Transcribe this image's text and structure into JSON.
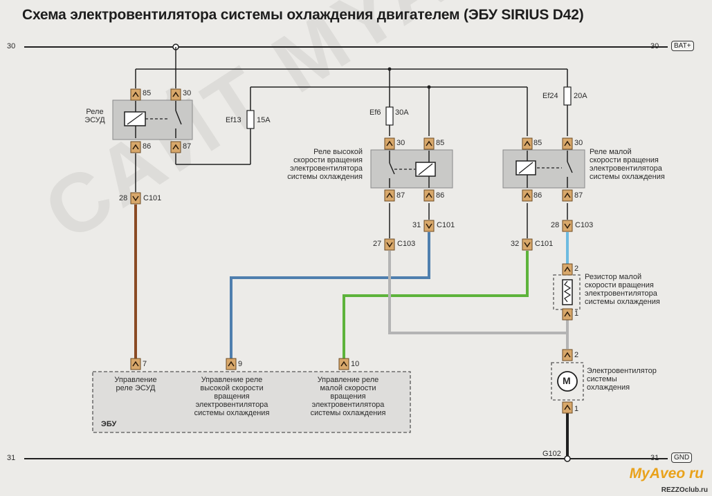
{
  "title": "Схема электровентилятора системы охлаждения двигателем (ЭБУ SIRIUS D42)",
  "rails": {
    "top_left": "30",
    "top_right": "30",
    "top_tag": "BAT+",
    "bottom_left": "31",
    "bottom_right": "31",
    "bottom_tag": "GND",
    "ground_label": "G102"
  },
  "relays": {
    "ecu_relay": {
      "label_line1": "Реле",
      "label_line2": "ЭСУД",
      "pins": [
        "85",
        "30",
        "86",
        "87"
      ]
    },
    "high_speed": {
      "label": [
        "Реле высокой",
        "скорости вращения",
        "электровентилятора",
        "системы охлаждения"
      ],
      "pins": [
        "30",
        "85",
        "87",
        "86"
      ]
    },
    "low_speed": {
      "label": [
        "Реле малой",
        "скорости вращения",
        "электровентилятора",
        "системы охлаждения"
      ],
      "pins": [
        "85",
        "30",
        "86",
        "87"
      ]
    }
  },
  "fuses": {
    "ef13": {
      "name": "Ef13",
      "rating": "15A"
    },
    "ef16": {
      "name": "Ef6",
      "rating": "30A"
    },
    "ef24": {
      "name": "Ef24",
      "rating": "20A"
    }
  },
  "connectors": {
    "c101_28": {
      "pin": "28",
      "name": "C101"
    },
    "c101_31": {
      "pin": "31",
      "name": "C101"
    },
    "c103_27": {
      "pin": "27",
      "name": "C103"
    },
    "c101_32": {
      "pin": "32",
      "name": "C101"
    },
    "c103_28": {
      "pin": "28",
      "name": "C103"
    }
  },
  "resistor": {
    "label": [
      "Резистор малой",
      "скорости вращения",
      "электровентилятора",
      "системы охлаждения"
    ],
    "pin_top": "2",
    "pin_bottom": "1"
  },
  "motor": {
    "label": [
      "Электровентилятор",
      "системы",
      "охлаждения"
    ],
    "symbol": "M",
    "pin_top": "2",
    "pin_bottom": "1"
  },
  "ecu": {
    "name": "ЭБУ",
    "pins": [
      {
        "pin": "7",
        "text": [
          "Управление",
          "реле ЭСУД"
        ]
      },
      {
        "pin": "9",
        "text": [
          "Управление реле",
          "высокой скорости",
          "вращения",
          "электровентилятора",
          "системы охлаждения"
        ]
      },
      {
        "pin": "10",
        "text": [
          "Управление реле",
          "малой скорости",
          "вращения",
          "электровентилятора",
          "системы охлаждения"
        ]
      }
    ]
  },
  "watermark": {
    "main": "САЙТ MYAVEO.RU",
    "corner": "MyAveo ru",
    "corner_sub": "REZZOclub.ru"
  },
  "colors": {
    "wire": "#1f1f1f",
    "brown": "#8a4a24",
    "blue": "#4f7fae",
    "green": "#5db33b",
    "gray": "#b4b4b4",
    "lightblue": "#6dbbe0",
    "pin": "#d8a86b",
    "relay_fill": "#c9c9c7"
  }
}
